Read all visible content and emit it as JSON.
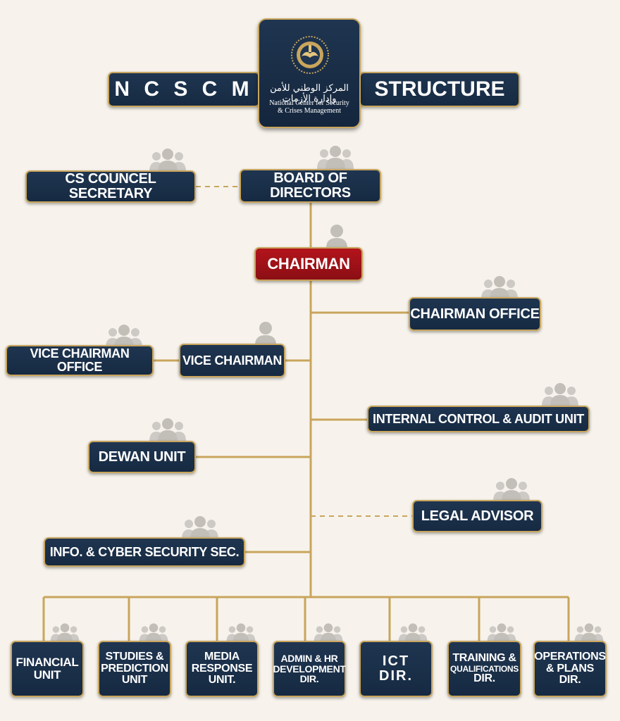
{
  "header": {
    "left_title": "N C S C M",
    "right_title": "STRUCTURE",
    "logo_arabic": "المركز الوطني للأمن وإدارة الأزمات",
    "logo_line1": "National Center for Security",
    "logo_line2": "& Crises Management"
  },
  "nodes": {
    "cs_council_secretary": "CS COUNCEL SECRETARY",
    "board_of_directors": "BOARD OF DIRECTORS",
    "chairman": "CHAIRMAN",
    "chairman_office": "CHAIRMAN OFFICE",
    "vice_chairman_office": "VICE CHAIRMAN OFFICE",
    "vice_chairman": "VICE CHAIRMAN",
    "internal_control": "INTERNAL CONTROL & AUDIT UNIT",
    "dewan_unit": "DEWAN UNIT",
    "legal_advisor": "LEGAL ADVISOR",
    "info_cyber": "INFO. & CYBER SECURITY SEC."
  },
  "bottom_units": {
    "financial": [
      "FINANCIAL",
      "UNIT"
    ],
    "studies": [
      "STUDIES &",
      "PREDICTION",
      "UNIT"
    ],
    "media": [
      "MEDIA",
      "RESPONSE",
      "UNIT."
    ],
    "admin_hr": [
      "ADMIN & HR",
      "DEVELOPMENT",
      "DIR."
    ],
    "ict": [
      "ICT",
      "DIR."
    ],
    "training": [
      "TRAINING &",
      "QUALIFICATIONS",
      "DIR."
    ],
    "operations": [
      "OPERATIONS",
      "& PLANS DIR."
    ]
  },
  "colors": {
    "navy": "#1b3049",
    "gold": "#c9a55c",
    "red": "#a3111a",
    "background": "#f7f3ec",
    "icon_gray": "#c9c6c1"
  }
}
